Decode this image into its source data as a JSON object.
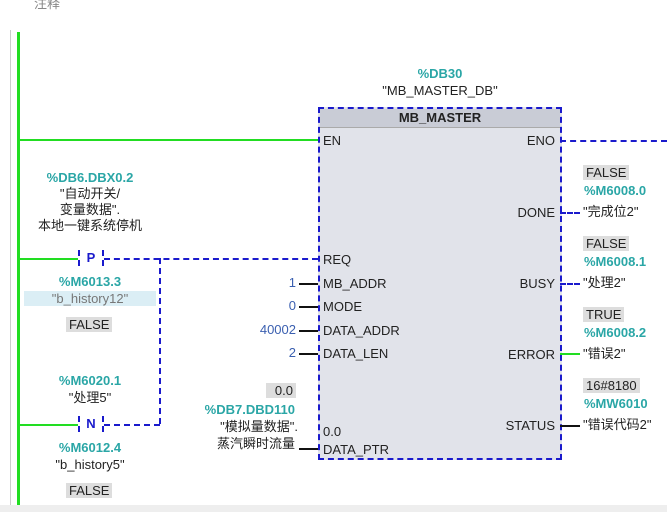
{
  "comment_label": "注释",
  "block": {
    "instance": "%DB30",
    "instance_name": "\"MB_MASTER_DB\"",
    "type": "MB_MASTER",
    "inputs": [
      "EN",
      "REQ",
      "MB_ADDR",
      "MODE",
      "DATA_ADDR",
      "DATA_LEN",
      "DATA_PTR"
    ],
    "outputs": [
      "ENO",
      "DONE",
      "BUSY",
      "ERROR",
      "STATUS"
    ],
    "data_ptr_value": "0.0"
  },
  "req_contact": {
    "addr": "%DB6.DBX0.2",
    "name1": "\"自动开关/",
    "name2": "变量数据\".",
    "name3": "本地一键系统停机",
    "type": "P",
    "edge_addr": "%M6013.3",
    "edge_name": "\"b_history12\"",
    "edge_value": "FALSE"
  },
  "n_contact": {
    "addr": "%M6020.1",
    "name": "\"处理5\"",
    "type": "N",
    "edge_addr": "%M6012.4",
    "edge_name": "\"b_history5\"",
    "edge_value": "FALSE"
  },
  "params": {
    "mb_addr": "1",
    "mode": "0",
    "data_addr": "40002",
    "data_len": "2",
    "ptr_value": "0.0",
    "ptr_addr": "%DB7.DBD110",
    "ptr_name1": "\"模拟量数据\".",
    "ptr_name2": "蒸汽瞬时流量"
  },
  "out": {
    "done": {
      "value": "FALSE",
      "addr": "%M6008.0",
      "name": "\"完成位2\""
    },
    "busy": {
      "value": "FALSE",
      "addr": "%M6008.1",
      "name": "\"处理2\""
    },
    "error": {
      "value": "TRUE",
      "addr": "%M6008.2",
      "name": "\"错误2\""
    },
    "status": {
      "value": "16#8180",
      "addr": "%MW6010",
      "name": "\"错误代码2\""
    }
  }
}
